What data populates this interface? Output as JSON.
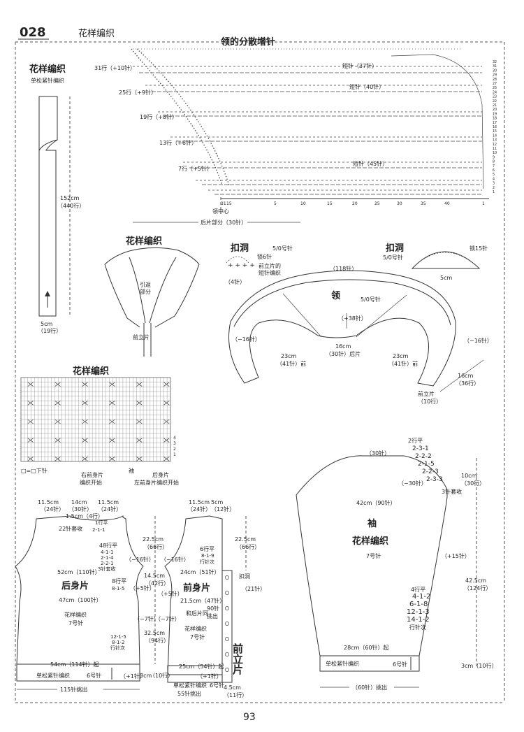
{
  "header": {
    "number": "028",
    "title": "花样编织"
  },
  "collar_chart": {
    "title": "领的分散增针",
    "rows": [
      {
        "label": "31行（+10针）",
        "short": "短针（37针）"
      },
      {
        "label": "25行（+9针）",
        "short": "短针（40针）"
      },
      {
        "label": "19行（+8针）",
        "short": ""
      },
      {
        "label": "13行（+6针）",
        "short": ""
      },
      {
        "label": "7行（+5针）",
        "short": "短针（45针）"
      }
    ],
    "right_nums": [
      "32",
      "31",
      "30",
      "29",
      "28",
      "27",
      "25",
      "24",
      "23",
      "22",
      "21",
      "20",
      "19",
      "18",
      "17",
      "16",
      "15",
      "14",
      "13",
      "12",
      "11",
      "10",
      "9",
      "8",
      "7",
      "6",
      "5",
      "4",
      "3",
      "2",
      "1"
    ],
    "bottom_nums": [
      "31",
      "15",
      "5",
      "10",
      "15",
      "20",
      "25",
      "30",
      "35",
      "40",
      "1"
    ],
    "center_label": "领中心",
    "back_label": "后片部分（30针）"
  },
  "strip": {
    "title": "花样编织",
    "subtitle": "单松紧针编织",
    "length": "152cm",
    "rows": "（440行）",
    "width": "5cm",
    "sts": "（19行）"
  },
  "cardigan": {
    "title": "花样编织",
    "mid1": "引返",
    "mid2": "部分",
    "front": "前立片"
  },
  "buttonhole_a": {
    "title": "扣洞",
    "needle": "5/0号针",
    "chain": "锁6针",
    "note1": "前立片的",
    "note2": "短针编织",
    "count": "（4针）"
  },
  "buttonhole_b": {
    "title": "扣洞",
    "needle": "5/0号针",
    "chain": "锁15针",
    "width": "5cm"
  },
  "collar": {
    "title": "领",
    "needle": "5/0号针",
    "top": "（118针）",
    "inc": "（+38针）",
    "back_cm": "16cm",
    "back_sts": "（30针）后片",
    "side_cm": "23cm",
    "side_sts": "（41针）前",
    "dec_left": "（−16针）",
    "dec_right": "（−16针）",
    "front_cm": "16cm",
    "front_rows": "（36行）",
    "front_label": "前立片",
    "front_sts": "（10行）"
  },
  "stitch_chart": {
    "title": "花样编织",
    "row_nums": [
      "4",
      "3",
      "2",
      "1"
    ],
    "legend": "□=□下针",
    "label1": "右前身片",
    "label1b": "编织开始",
    "label2": "袖",
    "label3": "后身片",
    "label3b": "左前身片编织开始"
  },
  "back_piece": {
    "title": "后身片",
    "shoulder_left": "11.5cm",
    "shoulder_left_sts": "（24针）",
    "neck": "14cm",
    "neck_sts": "（30针）",
    "shoulder_right": "11.5cm",
    "shoulder_right_sts": "（24针）",
    "neck_detail": "1.5cm（4行）",
    "neck_rows": "1行平",
    "neck_rows2": "2-1-1",
    "cast": "22针套收",
    "armhole_a": "48行平",
    "armhole_b": "4-1-1",
    "armhole_c": "2-1-4",
    "armhole_d": "2-2-1",
    "armhole_e": "3针套收",
    "armhole_dec": "（−16针）",
    "chest": "52cm（110针）",
    "waist_a": "8行平",
    "waist_b": "8-1-5",
    "waist_inc": "（+5针）",
    "waist": "47cm（100针）",
    "pattern": "花样编织",
    "needle": "7号针",
    "dec_a": "12-1-5",
    "dec_b": "8-1-2",
    "dec_c": "行针次",
    "side_dec": "（−7针）",
    "hem": "54cm（114针）起",
    "rib": "单松紧针编织",
    "rib_needle": "6号针",
    "rib_inc": "（+1针）",
    "bottom": "115针挑出"
  },
  "front_piece": {
    "title": "前身片",
    "shoulder": "11.5cm",
    "shoulder_sts": "（24针）",
    "neck": "5cm",
    "neck_sts": "（12针）",
    "armhole_h": "22.5cm",
    "armhole_rows": "（66行）",
    "armhole_h2": "22.5cm",
    "armhole_rows2": "（66行）",
    "armhole_dec": "（−16针）",
    "chest": "24cm（51针）",
    "neck_a": "6行平",
    "neck_b": "8-1-9",
    "neck_c": "行针次",
    "buttonhole": "扣洞",
    "mid_h": "14.5cm",
    "mid_rows": "（42行）",
    "mid_inc": "（+5针）",
    "mid_cm": "21.5cm（47针）",
    "note": "和后片同",
    "pickup_a": "90针",
    "pickup_b": "挑出",
    "side_dec": "（−7针）",
    "lower_h": "32.5cm",
    "lower_rows": "（94行）",
    "rib_rows": "（21针）",
    "pattern": "花样编织",
    "needle": "7号针",
    "hem": "25cm（54针）起",
    "rib_h": "3cm",
    "rib_hr": "（10行）",
    "rib_inc": "（+1针）",
    "rib": "单松紧针编织",
    "rib_needle": "6号针",
    "bottom": "55针挑出",
    "band_w": "4.5cm",
    "band_rows": "（11行）",
    "band_label": "前立片"
  },
  "sleeve": {
    "title": "袖",
    "pattern": "花样编织",
    "needle": "7号针",
    "top": "（30针）",
    "cap_dec": "（−30针）",
    "cap_cast": "3针套收",
    "cap_rows_a": "2行平",
    "cap_rows_b": "2-3-1",
    "cap_rows_c": "2-2-2",
    "cap_rows_d": "2-1-5",
    "cap_rows_e": "2-2-3",
    "cap_rows_f": "2-3-3",
    "cap_h": "10cm",
    "cap_hr": "（30行）",
    "width": "42cm（90针）",
    "inc": "（+15针）",
    "inc_a": "4行平",
    "inc_b": "4-1-2",
    "inc_c": "6-1-8",
    "inc_d": "12-1-3",
    "inc_e": "14-1-2",
    "inc_f": "行针次",
    "len": "42.5cm",
    "len_rows": "（124行）",
    "cuff": "28cm（60针）起",
    "rib": "单松紧针编织",
    "rib_needle": "6号针",
    "rib_h": "3cm（10行）",
    "bottom": "（60针）挑出"
  },
  "page_number": "93"
}
